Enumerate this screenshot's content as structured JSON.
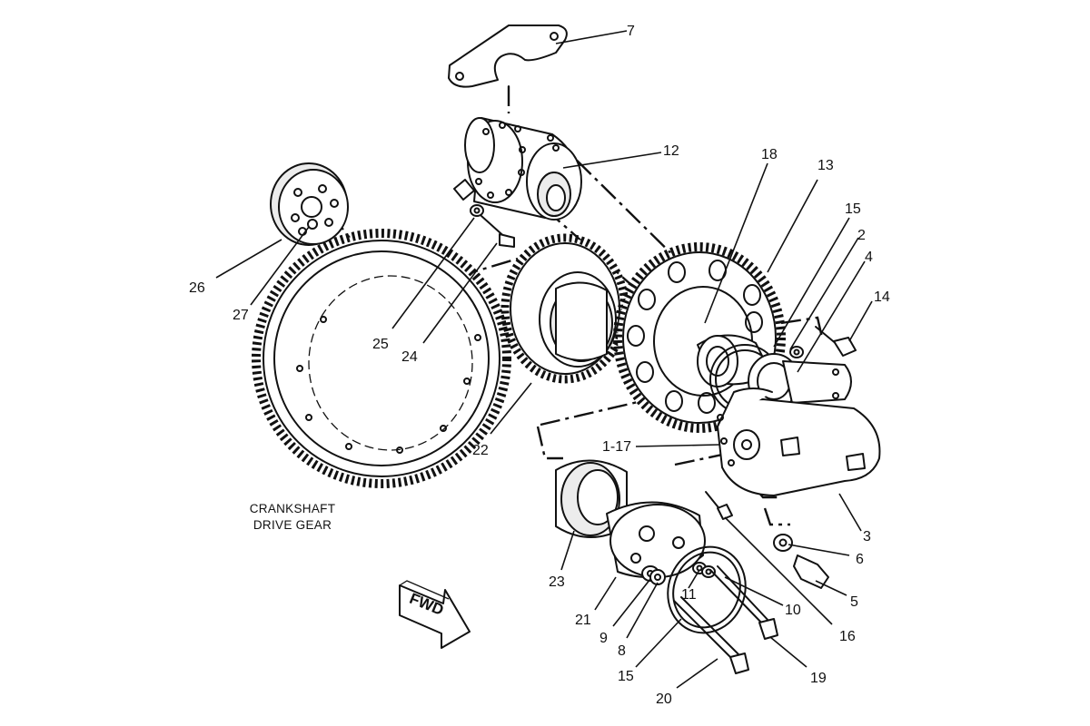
{
  "diagram": {
    "caption_line1": "CRANKSHAFT",
    "caption_line2": "DRIVE GEAR",
    "direction_label": "FWD",
    "callouts": {
      "c1_17": "1-17",
      "c2": "2",
      "c3": "3",
      "c4": "4",
      "c5": "5",
      "c6": "6",
      "c7": "7",
      "c8": "8",
      "c9": "9",
      "c10": "10",
      "c11": "11",
      "c12": "12",
      "c13": "13",
      "c14": "14",
      "c15a": "15",
      "c15b": "15",
      "c16": "16",
      "c18": "18",
      "c19": "19",
      "c20": "20",
      "c21": "21",
      "c22": "22",
      "c23": "23",
      "c24": "24",
      "c25": "25",
      "c26": "26",
      "c27": "27"
    }
  }
}
